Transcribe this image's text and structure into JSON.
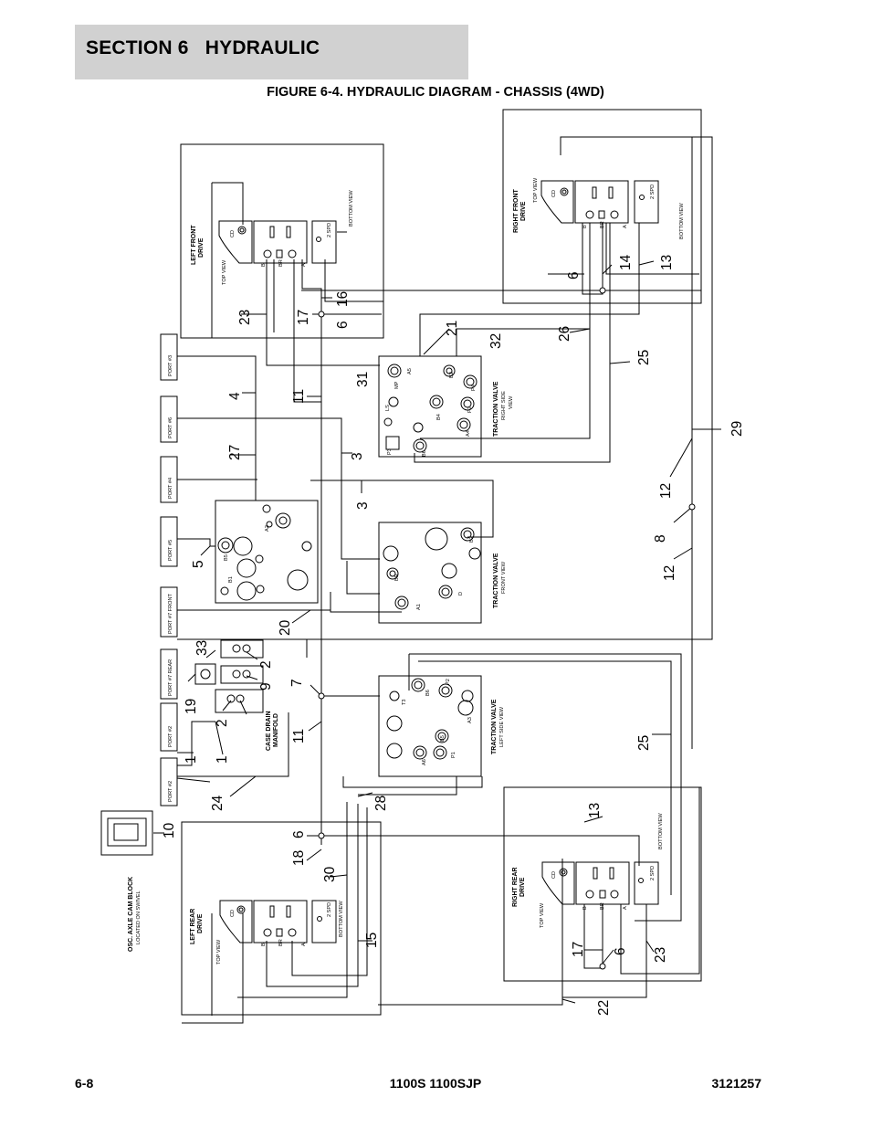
{
  "header": {
    "section_title": "SECTION 6   HYDRAULIC"
  },
  "figure": {
    "title": "FIGURE 6-4. HYDRAULIC DIAGRAM - CHASSIS (4WD)"
  },
  "footer": {
    "page": "6-8",
    "models": "1100S 1100SJP",
    "doc_number": "3121257"
  },
  "diagram": {
    "drives": {
      "left_front": {
        "title_line1": "LEFT FRONT",
        "title_line2": "DRIVE",
        "top_view": "TOP VIEW",
        "bottom_view": "BOTTOM VIEW"
      },
      "right_front": {
        "title_line1": "RIGHT FRONT",
        "title_line2": "DRIVE",
        "top_view": "TOP VIEW",
        "bottom_view": "BOTTOM VIEW"
      },
      "left_rear": {
        "title_line1": "LEFT REAR",
        "title_line2": "DRIVE",
        "top_view": "TOP VIEW",
        "bottom_view": "BOTTOM VIEW"
      },
      "right_rear": {
        "title_line1": "RIGHT REAR",
        "title_line2": "DRIVE",
        "top_view": "TOP VIEW",
        "bottom_view": "BOTTOM VIEW"
      }
    },
    "drive_ports": {
      "cd": "CD",
      "b": "B",
      "br": "BR",
      "a": "A",
      "two_spd": "2 SPD"
    },
    "valves": {
      "traction_right_side": {
        "line1": "TRACTION VALVE",
        "line2": "RIGHT SIDE",
        "line3": "VIEW",
        "ports": [
          "A5",
          "B4",
          "P4",
          "P2",
          "B2",
          "A4",
          "B6",
          "MP",
          "LS",
          "P3"
        ]
      },
      "traction_front": {
        "line1": "TRACTION VALVE",
        "line2": "FRONT VIEW",
        "ports": [
          "B2",
          "BR",
          "A1",
          "D"
        ]
      },
      "traction_left_side": {
        "line1": "TRACTION VALVE",
        "line2": "LEFT SIDE VIEW",
        "ports": [
          "T3",
          "B6",
          "P2",
          "A3",
          "B5",
          "A6",
          "P1"
        ]
      },
      "upper_block": {
        "ports": [
          "A2",
          "B5",
          "B1"
        ]
      }
    },
    "case_drain_manifold": {
      "line1": "CASE DRAIN",
      "line2": "MANIFOLD"
    },
    "osc_axle": {
      "line1": "OSC. AXLE CAM BLOCK",
      "line2": "LOCATED ON SWIVEL"
    },
    "swivel_ports": [
      "PORT #3",
      "PORT #6",
      "PORT #4",
      "PORT #5",
      "PORT #7 FRONT",
      "PORT #7 REAR",
      "PORT #2",
      "PORT #2"
    ],
    "callouts": [
      "23",
      "17",
      "16",
      "6",
      "21",
      "32",
      "31",
      "11",
      "4",
      "27",
      "3",
      "3",
      "5",
      "26",
      "25",
      "14",
      "13",
      "6",
      "29",
      "12",
      "8",
      "12",
      "20",
      "33",
      "2",
      "9",
      "7",
      "19",
      "2",
      "11",
      "1",
      "1",
      "24",
      "28",
      "25",
      "13",
      "10",
      "6",
      "18",
      "30",
      "15",
      "17",
      "6",
      "23",
      "22"
    ]
  }
}
